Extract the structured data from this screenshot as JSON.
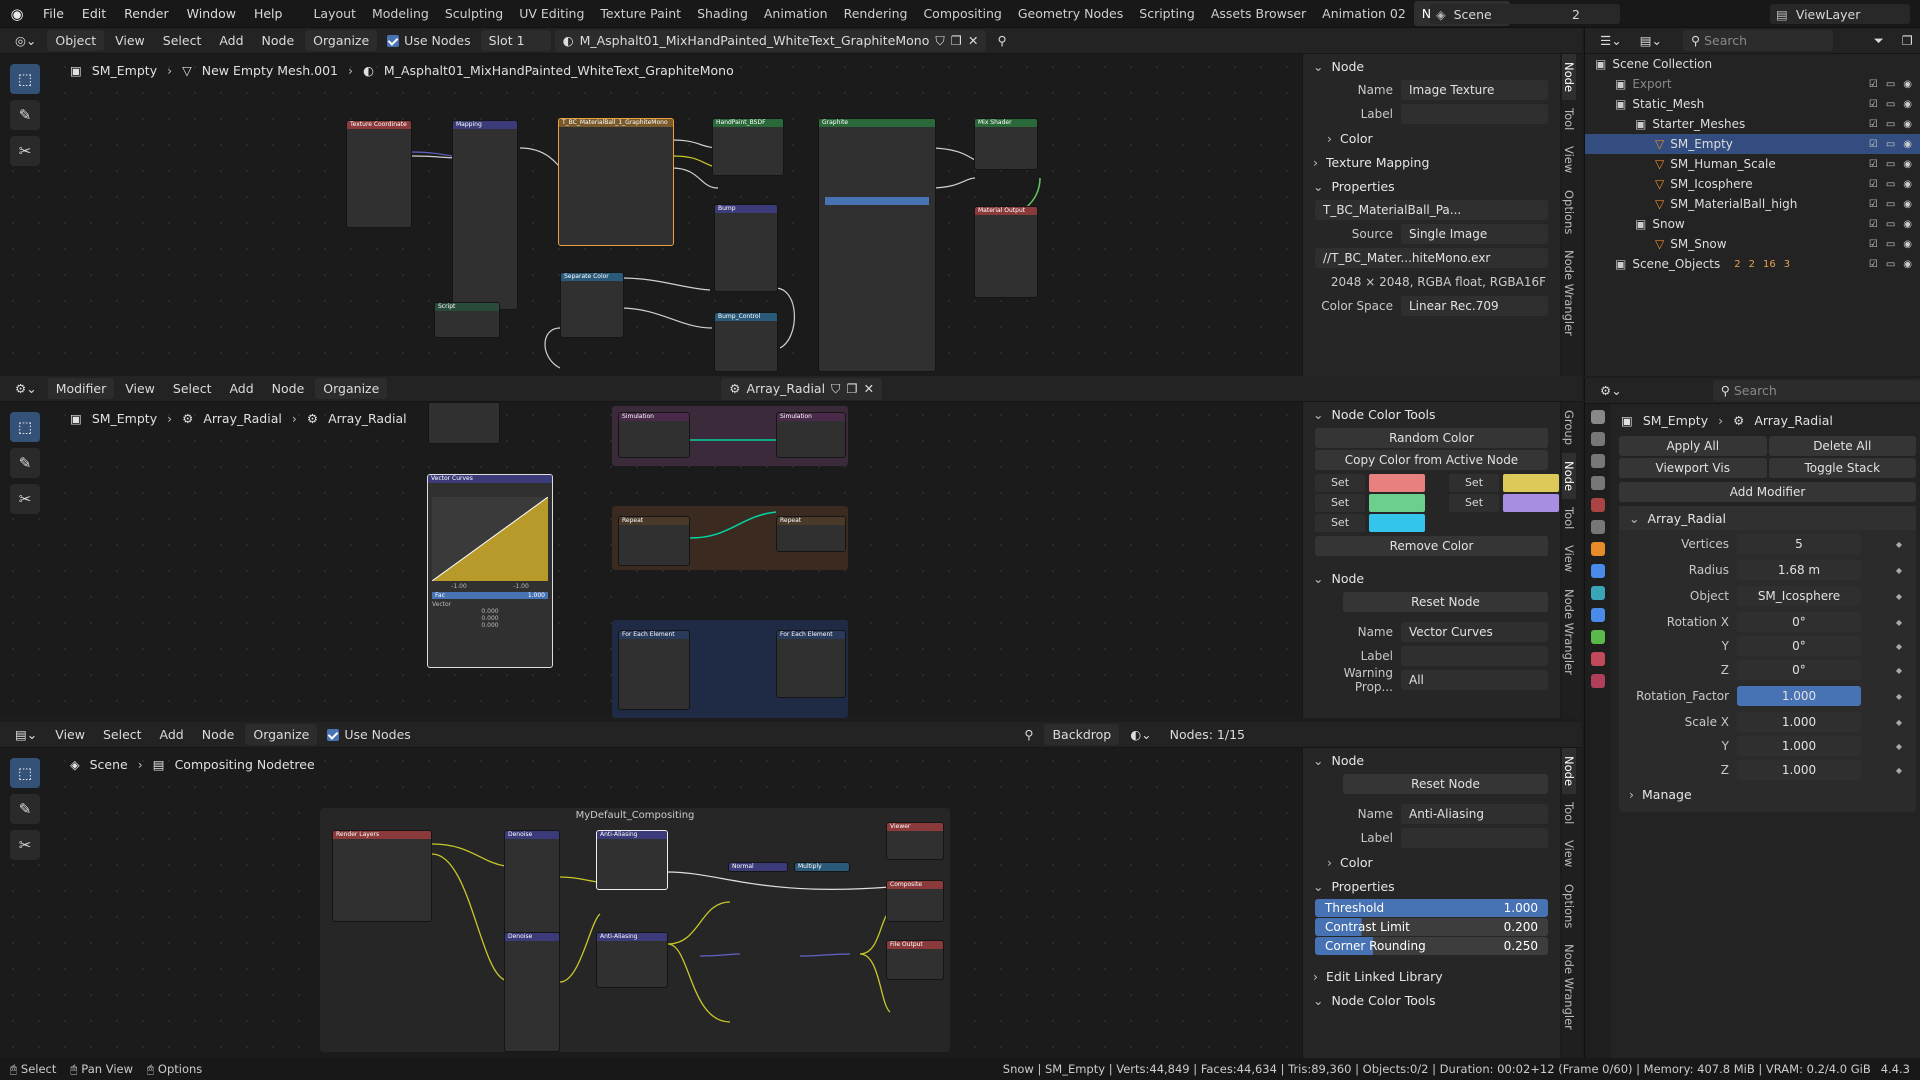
{
  "menus": [
    "File",
    "Edit",
    "Render",
    "Window",
    "Help"
  ],
  "workspaces": [
    "Layout",
    "Modeling",
    "Sculpting",
    "UV Editing",
    "Texture Paint",
    "Shading",
    "Animation",
    "Rendering",
    "Compositing",
    "Geometry Nodes",
    "Scripting",
    "Assets Browser",
    "Animation 02",
    "Node Editors"
  ],
  "active_workspace": "Node Editors",
  "scene": {
    "label": "Scene",
    "count": "2",
    "view_layer": "ViewLayer"
  },
  "shader_editor": {
    "header": {
      "mode": "Object",
      "view": "View",
      "select": "Select",
      "add": "Add",
      "node": "Node",
      "organize": "Organize",
      "use_nodes": "Use Nodes",
      "slot": "Slot 1",
      "material": "M_Asphalt01_MixHandPainted_WhiteText_GraphiteMono"
    },
    "breadcrumb": [
      "SM_Empty",
      "New Empty Mesh.001",
      "M_Asphalt01_MixHandPainted_WhiteText_GraphiteMono"
    ],
    "nodes": [
      "Texture Coordinate",
      "Mapping",
      "T_BC_MaterialBall_1_GraphiteMono",
      "HandPaint_BSDF",
      "Graphite",
      "Mix Shader",
      "Material Output",
      "Separate Color",
      "Bump",
      "Bump_Control",
      "Script"
    ],
    "sidebar": {
      "node_panel": "Node",
      "name_label": "Name",
      "name_value": "Image Texture",
      "label_label": "Label",
      "color": "Color",
      "texture_mapping": "Texture Mapping",
      "properties": "Properties",
      "image": "T_BC_MaterialBall_Pa...",
      "source_label": "Source",
      "source_value": "Single Image",
      "filepath": "//T_BC_Mater...hiteMono.exr",
      "info": "2048 × 2048,  RGBA float, RGBA16F",
      "colorspace_label": "Color Space",
      "colorspace_value": "Linear Rec.709"
    },
    "tabs": [
      "Node",
      "Tool",
      "View",
      "Options",
      "Node Wrangler"
    ]
  },
  "geo_editor": {
    "header": {
      "mode": "Modifier",
      "view": "View",
      "select": "Select",
      "add": "Add",
      "node": "Node",
      "organize": "Organize",
      "tree": "Array_Radial"
    },
    "breadcrumb": [
      "SM_Empty",
      "Array_Radial",
      "Array_Radial"
    ],
    "nodes": [
      "Vector Curves",
      "Simulation",
      "Simulation",
      "Repeat",
      "Repeat",
      "For Each Element",
      "For Each Element"
    ],
    "curve": {
      "x": "-1.00",
      "y": "-1.00",
      "fac": "Fac",
      "fac_val": "1.000",
      "vector": "Vector",
      "v1": "0.000",
      "v2": "0.000",
      "v3": "0.000"
    },
    "sidebar": {
      "color_tools": "Node Color Tools",
      "random": "Random Color",
      "copy": "Copy Color from Active Node",
      "set": "Set",
      "remove": "Remove Color",
      "node_panel": "Node",
      "reset": "Reset Node",
      "name_label": "Name",
      "name_value": "Vector Curves",
      "label_label": "Label",
      "warning": "Warning Prop...",
      "warning_value": "All"
    },
    "swatches": [
      "#e8807f",
      "#ddc85a",
      "#6ccf8c",
      "#a78ee0",
      "#35c4ec"
    ],
    "tabs": [
      "Group",
      "Node",
      "Tool",
      "View",
      "Node Wrangler"
    ]
  },
  "comp_editor": {
    "header": {
      "view": "View",
      "select": "Select",
      "add": "Add",
      "node": "Node",
      "organize": "Organize",
      "use_nodes": "Use Nodes",
      "backdrop": "Backdrop",
      "nodes_count": "Nodes: 1/15"
    },
    "breadcrumb": [
      "Scene",
      "Compositing Nodetree"
    ],
    "frame": "MyDefault_Compositing",
    "nodes": [
      "Render Layers",
      "Denoise",
      "Denoise",
      "Anti-Aliasing",
      "Anti-Aliasing",
      "Normal",
      "Multiply",
      "Viewer",
      "Composite",
      "File Output"
    ],
    "sidebar": {
      "node_panel": "Node",
      "reset": "Reset Node",
      "name_label": "Name",
      "name_value": "Anti-Aliasing",
      "label_label": "Label",
      "color": "Color",
      "properties": "Properties",
      "threshold": "Threshold",
      "threshold_val": "1.000",
      "contrast": "Contrast Limit",
      "contrast_val": "0.200",
      "corner": "Corner Rounding",
      "corner_val": "0.250",
      "linked": "Edit Linked Library",
      "color_tools": "Node Color Tools"
    },
    "tabs": [
      "Node",
      "Tool",
      "View",
      "Options",
      "Node Wrangler"
    ]
  },
  "outliner": {
    "search": "Search",
    "rows": [
      {
        "label": "Scene Collection",
        "indent": 0
      },
      {
        "label": "Export",
        "indent": 1
      },
      {
        "label": "Static_Mesh",
        "indent": 1
      },
      {
        "label": "Starter_Meshes",
        "indent": 2
      },
      {
        "label": "SM_Empty",
        "indent": 3
      },
      {
        "label": "SM_Human_Scale",
        "indent": 3
      },
      {
        "label": "SM_Icosphere",
        "indent": 3
      },
      {
        "label": "SM_MaterialBall_high",
        "indent": 3
      },
      {
        "label": "Snow",
        "indent": 2
      },
      {
        "label": "SM_Snow",
        "indent": 3
      },
      {
        "label": "Scene_Objects",
        "indent": 1
      }
    ],
    "scene_objects_counts": [
      "2",
      "2",
      "16",
      "3"
    ]
  },
  "properties": {
    "search": "Search",
    "object": "SM_Empty",
    "modifier": "Array_Radial",
    "apply_all": "Apply All",
    "delete_all": "Delete All",
    "viewport_vis": "Viewport Vis",
    "toggle_stack": "Toggle Stack",
    "add_modifier": "Add Modifier",
    "panel_name": "Array_Radial",
    "fields": [
      {
        "label": "Vertices",
        "value": "5"
      },
      {
        "label": "Radius",
        "value": "1.68 m"
      },
      {
        "label": "Object",
        "value": "SM_Icosphere"
      },
      {
        "label": "Rotation X",
        "value": "0°"
      },
      {
        "label": "Y",
        "value": "0°"
      },
      {
        "label": "Z",
        "value": "0°"
      },
      {
        "label": "Rotation_Factor",
        "value": "1.000"
      },
      {
        "label": "Scale X",
        "value": "1.000"
      },
      {
        "label": "Y",
        "value": "1.000"
      },
      {
        "label": "Z",
        "value": "1.000"
      }
    ],
    "manage": "Manage"
  },
  "statusbar": {
    "select": "Select",
    "pan": "Pan View",
    "options": "Options",
    "info": "Snow | SM_Empty | Verts:44,849 | Faces:44,634 | Tris:89,360 | Objects:0/2 | Duration: 00:02+12 (Frame 0/60) | Memory: 407.8 MiB | VRAM: 0.2/4.0 GiB",
    "version": "4.4.3"
  }
}
